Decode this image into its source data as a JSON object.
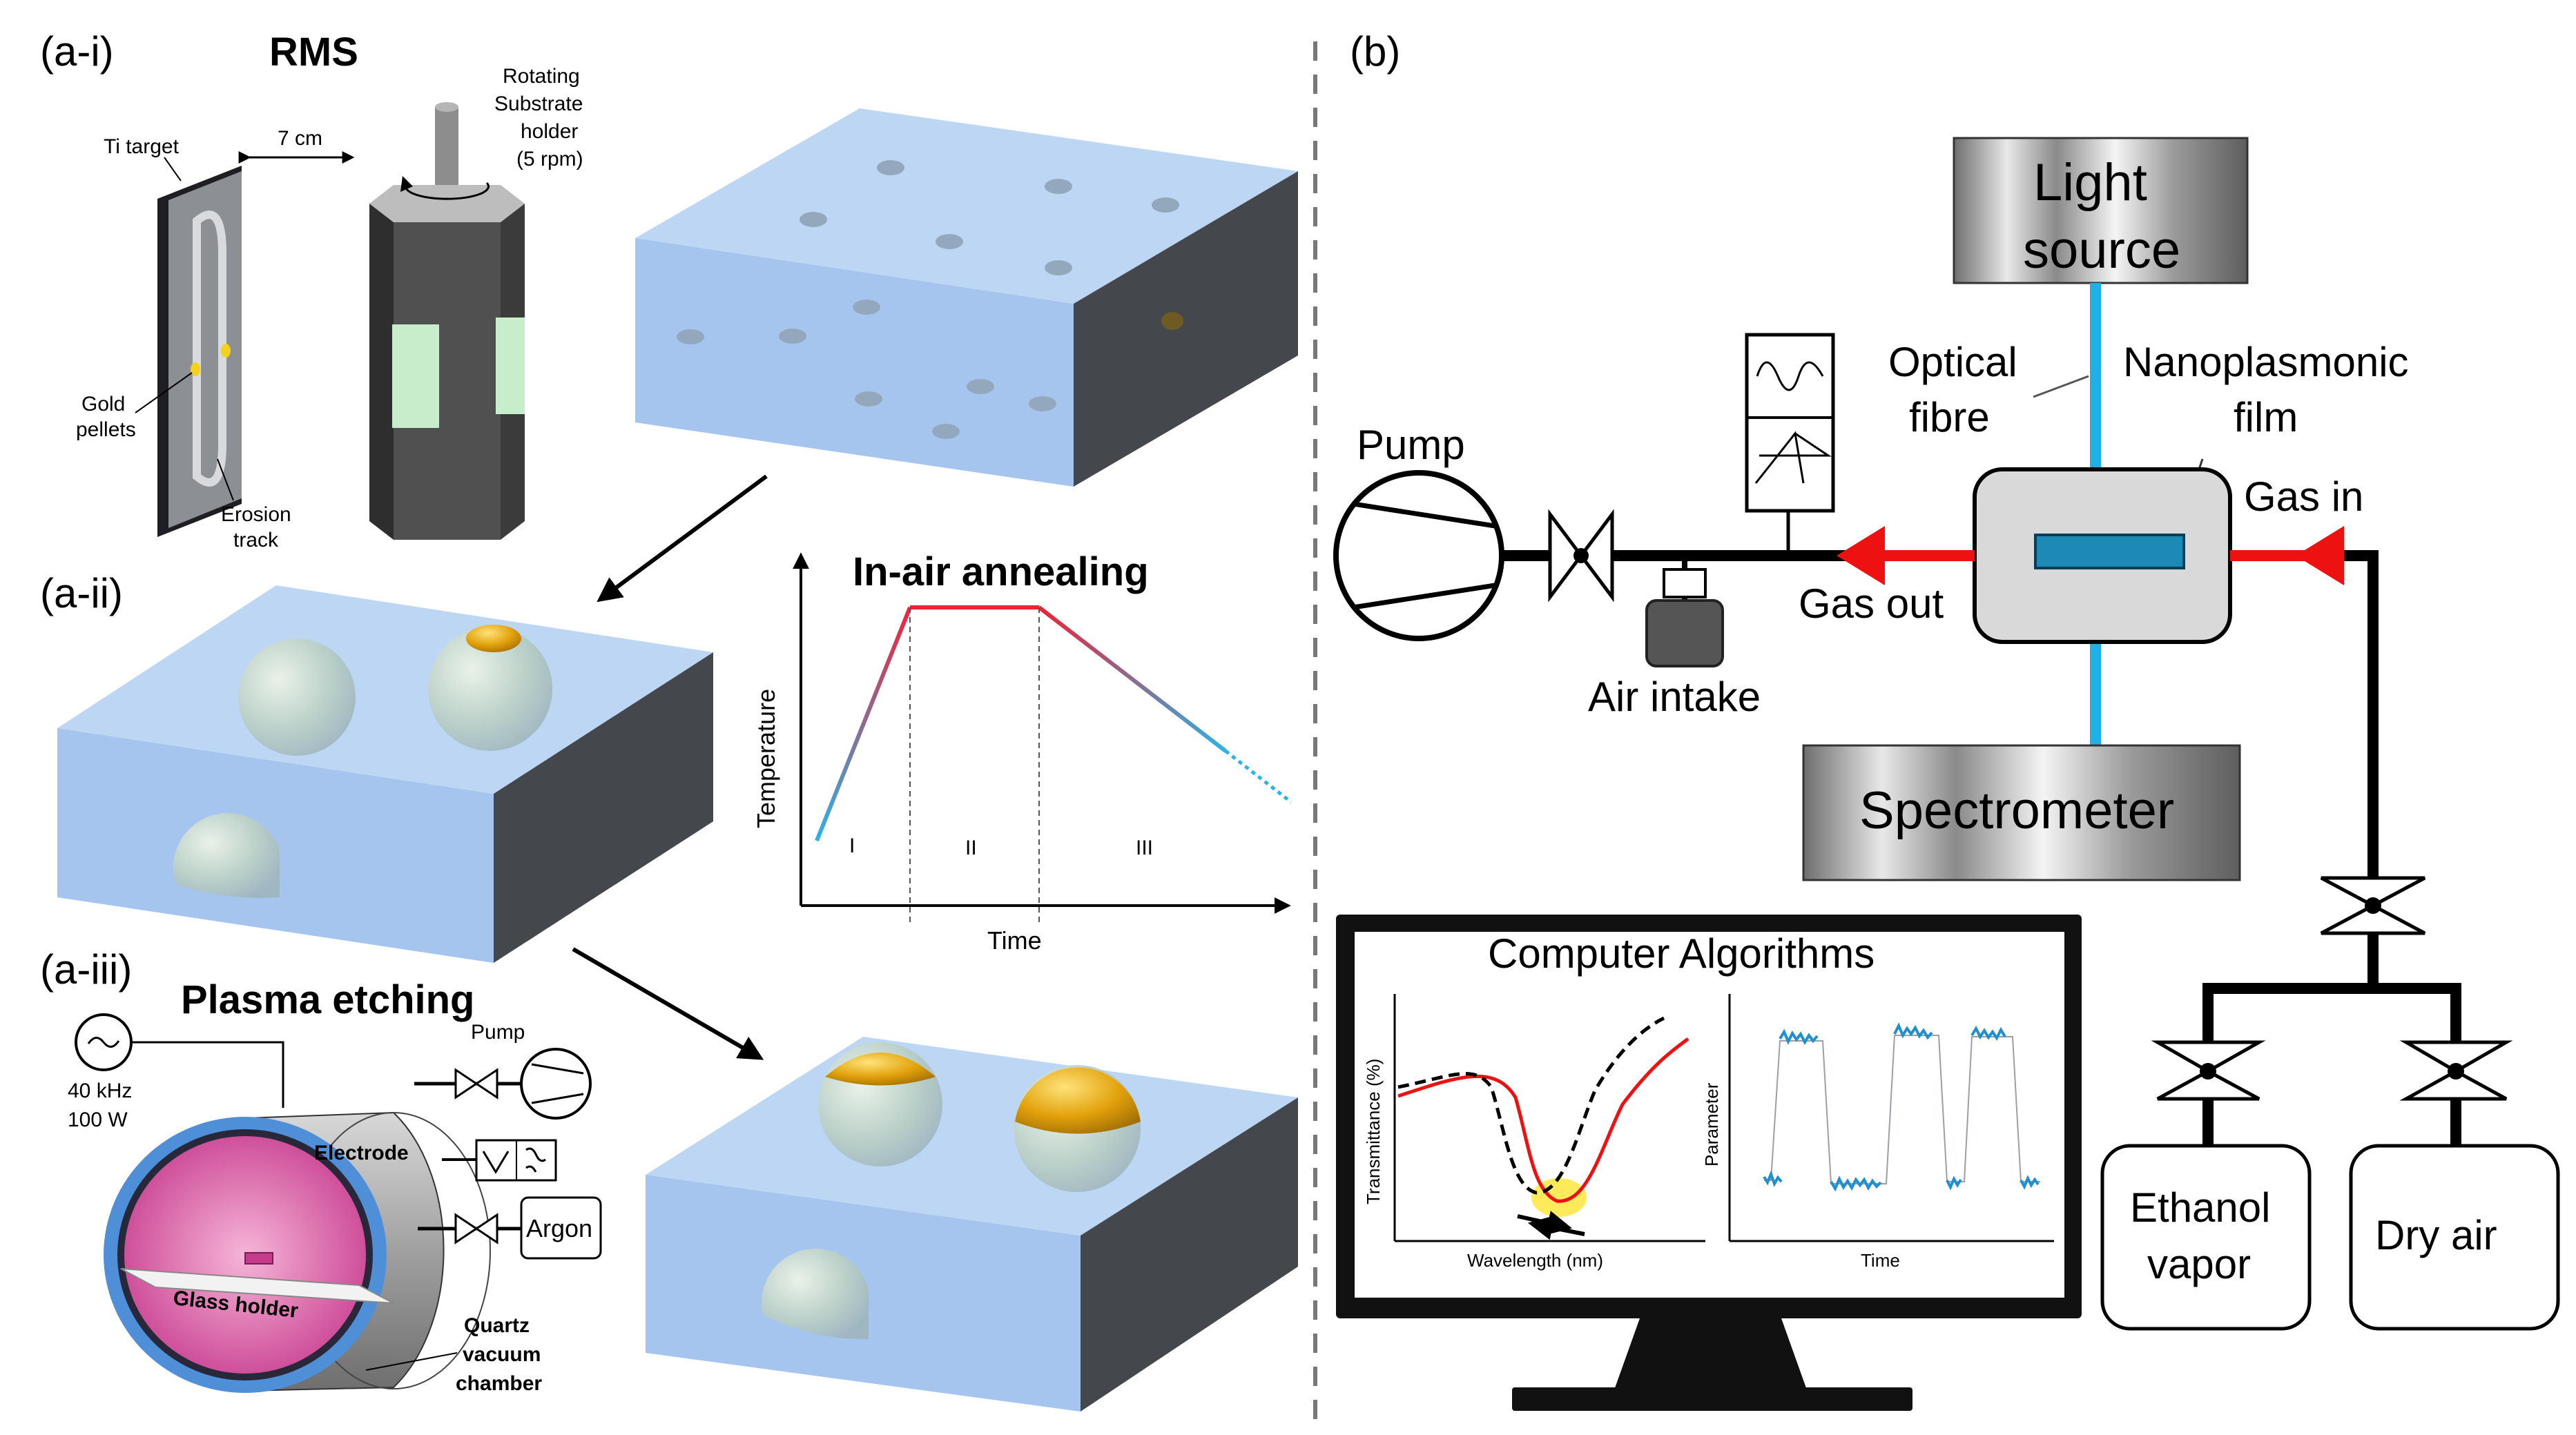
{
  "panel_a": {
    "label_ai": "(a-i)",
    "label_aii": "(a-ii)",
    "label_aiii": "(a-iii)",
    "rms_title": "RMS",
    "ti_target": "Ti target",
    "distance": "7 cm",
    "holder_line1": "Rotating",
    "holder_line2": "Substrate",
    "holder_line3": "holder",
    "holder_line4": "(5 rpm)",
    "gold_line1": "Gold",
    "gold_line2": "pellets",
    "erosion_line1": "Erosion",
    "erosion_line2": "track",
    "annealing_title": "In-air annealing",
    "annealing_ylabel": "Temperature",
    "annealing_xlabel": "Time",
    "stage_1": "I",
    "stage_2": "II",
    "stage_3": "III",
    "plasma_title": "Plasma etching",
    "freq": "40 kHz",
    "power": "100 W",
    "pump": "Pump",
    "electrode": "Electrode",
    "argon": "Argon",
    "glass_holder": "Glass holder",
    "quartz_line1": "Quartz",
    "quartz_line2": "vacuum",
    "quartz_line3": "chamber"
  },
  "panel_b": {
    "label": "(b)",
    "light_line1": "Light",
    "light_line2": "source",
    "fibre_line1": "Optical",
    "fibre_line2": "fibre",
    "film_line1": "Nanoplasmonic",
    "film_line2": "film",
    "pump": "Pump",
    "gas_in": "Gas in",
    "gas_out": "Gas out",
    "air_intake": "Air intake",
    "spectrometer": "Spectrometer",
    "computer_title": "Computer Algorithms",
    "plot1_ylabel": "Transmittance (%)",
    "plot1_xlabel": "Wavelength (nm)",
    "plot2_ylabel": "Parameter",
    "plot2_xlabel": "Time",
    "ethanol_line1": "Ethanol",
    "ethanol_line2": "vapor",
    "dry_air": "Dry air"
  },
  "colors": {
    "gas_red": "#ee1111",
    "fibre_blue": "#1fb1e6",
    "block_top": "#bcd6f4",
    "block_front": "#a4c4ee",
    "block_side": "#46494f",
    "gold": "#e3a90e",
    "green_window": "#c6ecca",
    "film_blue": "#1c8ab4"
  }
}
